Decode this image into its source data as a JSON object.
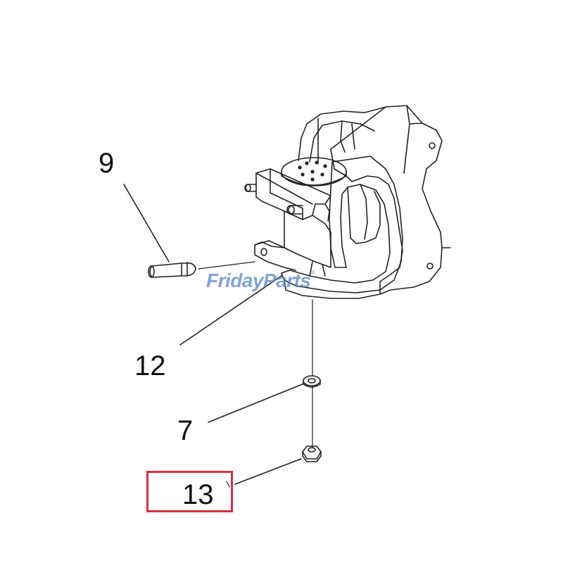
{
  "callouts": {
    "part_9": "9",
    "part_12": "12",
    "part_7": "7",
    "part_13": "13"
  },
  "watermark": {
    "part_a": "Friday",
    "part_b": "Parts",
    "reg": "®"
  },
  "highlight": {
    "target": "13",
    "color": "#d9313b"
  },
  "watermark_color": "#5a86c8"
}
